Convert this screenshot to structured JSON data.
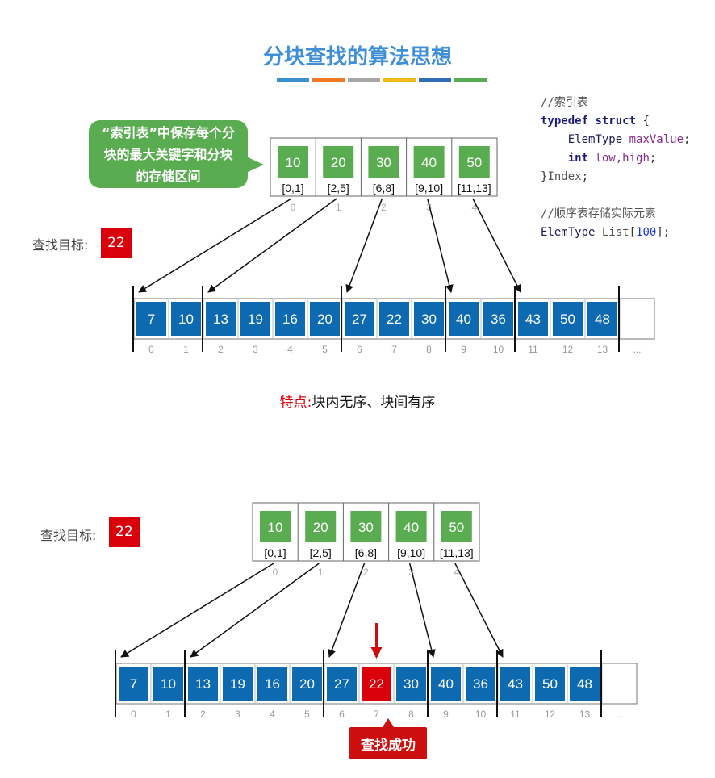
{
  "title": "分块查找的算法思想",
  "title_bar_colors": [
    "#3a8fd0",
    "#ef7a26",
    "#a6a6a6",
    "#f3b817",
    "#2f6fb6",
    "#5aac50"
  ],
  "colors": {
    "block_green": "#5aac50",
    "cell_blue": "#0e6ab0",
    "highlight_red": "#d9000b",
    "title_blue": "#3f8fd6"
  },
  "bubble_lines": [
    "“索引表”中保存每个分",
    "块的最大关键字和分块",
    "的存储区间"
  ],
  "code": {
    "comment1": "//索引表",
    "kw_typedef": "typedef",
    "kw_struct": "struct",
    "brace_open": " {",
    "field1_type": "ElemType",
    "field1_name": "maxValue",
    "semicolon": ";",
    "field2_type": "int",
    "field2_names": "low,high",
    "brace_close": "}",
    "struct_name": "Index",
    "comment2": "//顺序表存储实际元素",
    "list_type": "ElemType",
    "list_name": "List",
    "bracket_open": "[",
    "list_size": "100",
    "bracket_close": "];"
  },
  "search_label": "查找目标:",
  "target_value": "22",
  "index_table": {
    "max_values": [
      "10",
      "20",
      "30",
      "40",
      "50"
    ],
    "ranges": [
      "[0,1]",
      "[2,5]",
      "[6,8]",
      "[9,10]",
      "[11,13]"
    ],
    "indices": [
      "0",
      "1",
      "2",
      "3",
      "4"
    ]
  },
  "array_top": {
    "values": [
      "7",
      "10",
      "13",
      "19",
      "16",
      "20",
      "27",
      "22",
      "30",
      "40",
      "36",
      "43",
      "50",
      "48"
    ],
    "indices": [
      "0",
      "1",
      "2",
      "3",
      "4",
      "5",
      "6",
      "7",
      "8",
      "9",
      "10",
      "11",
      "12",
      "13"
    ],
    "ellipsis": "..."
  },
  "feature": {
    "label": "特点:",
    "text": "块内无序、块间有序"
  },
  "array_bottom": {
    "values": [
      "7",
      "10",
      "13",
      "19",
      "16",
      "20",
      "27",
      "22",
      "30",
      "40",
      "36",
      "43",
      "50",
      "48"
    ],
    "indices": [
      "0",
      "1",
      "2",
      "3",
      "4",
      "5",
      "6",
      "7",
      "8",
      "9",
      "10",
      "11",
      "12",
      "13"
    ],
    "ellipsis": "...",
    "found_index": 7
  },
  "block_starts": [
    0,
    2,
    6,
    9,
    11
  ],
  "success_label": "查找成功"
}
